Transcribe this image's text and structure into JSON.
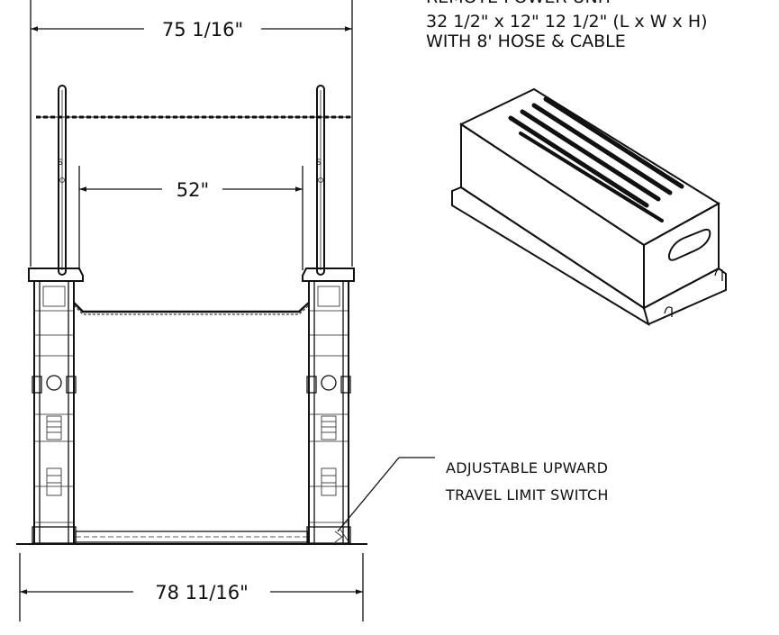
{
  "dimensions": {
    "top_overall": "75 1/16\"",
    "inner_width": "52\"",
    "bottom_overall": "78 11/16\""
  },
  "power_unit_note": {
    "line1": "REMOTE POWER UNIT",
    "line2": "32 1/2\" x 12\" 12 1/2\" (L x W x H)",
    "line3": "WITH 8' HOSE & CABLE"
  },
  "callout": {
    "line1": "ADJUSTABLE UPWARD",
    "line2": "TRAVEL LIMIT SWITCH"
  }
}
